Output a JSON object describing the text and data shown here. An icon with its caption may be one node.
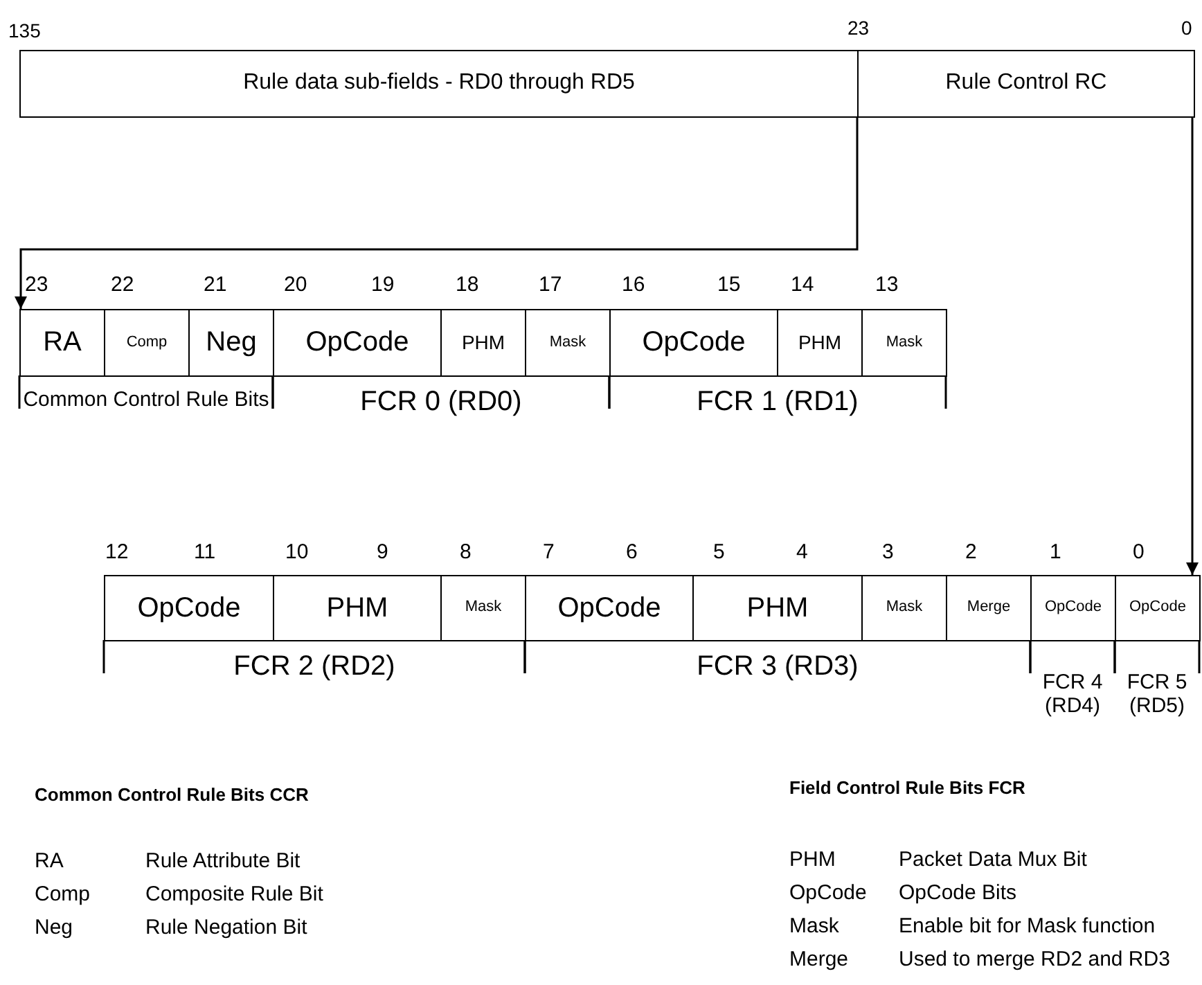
{
  "diagram": {
    "nodes": [
      {
        "text": [
          "Rule data sub-fields - RD0 through RD5"
        ]
      },
      {
        "text": [
          "Rule Control RC"
        ]
      },
      {
        "text": [
          "RA"
        ]
      },
      {
        "text": [
          "Comp"
        ]
      },
      {
        "text": [
          "Neg"
        ]
      },
      {
        "text": [
          "OpCode"
        ]
      },
      {
        "text": [
          "PHM"
        ]
      },
      {
        "text": [
          "Mask"
        ]
      },
      {
        "text": [
          "OpCode"
        ]
      },
      {
        "text": [
          "PHM"
        ]
      },
      {
        "text": [
          "Mask"
        ]
      },
      {
        "text": [
          "OpCode"
        ]
      },
      {
        "text": [
          "PHM"
        ]
      },
      {
        "text": [
          "Mask"
        ]
      },
      {
        "text": [
          "OpCode"
        ]
      },
      {
        "text": [
          "PHM"
        ]
      },
      {
        "text": [
          "Mask"
        ]
      },
      {
        "text": [
          "Merge"
        ]
      },
      {
        "text": [
          "OpCode"
        ]
      },
      {
        "text": [
          "OpCode"
        ]
      }
    ],
    "edges": [
      {
        "from": 1,
        "to": 2,
        "arrow": "to"
      },
      {
        "from": 1,
        "to": 19,
        "arrow": "to"
      }
    ],
    "labels": [
      "135",
      "23",
      "0",
      "23",
      "22",
      "21",
      "20",
      "19",
      "18",
      "17",
      "16",
      "15",
      "14",
      "13",
      "Common Control Rule Bits",
      "FCR 0 (RD0)",
      "FCR 1 (RD1)",
      "12",
      "11",
      "10",
      "9",
      "8",
      "7",
      "6",
      "5",
      "4",
      "3",
      "2",
      "1",
      "0",
      "FCR 2 (RD2)",
      "FCR 3 (RD3)",
      "FCR 4 (RD4)",
      "FCR 5 (RD5)",
      "Common Control Rule Bits CCR",
      "RA",
      "Rule Attribute Bit",
      "Comp",
      "Composite Rule Bit",
      "Neg",
      "Rule Negation Bit",
      "Field Control Rule Bits FCR",
      "PHM",
      "Packet Data Mux Bit",
      "OpCode",
      "OpCode Bits",
      "Mask",
      "Enable bit for Mask function",
      "Merge",
      "Used to merge RD2 and RD3"
    ]
  }
}
